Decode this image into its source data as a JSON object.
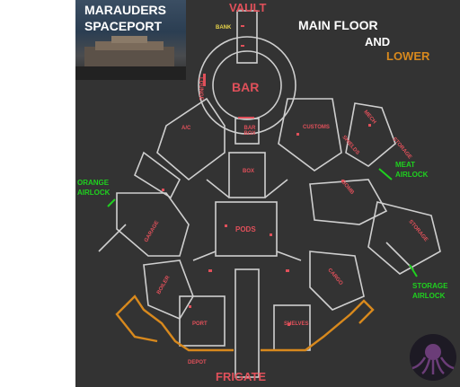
{
  "header": {
    "title_line1": "MARAUDERS",
    "title_line2": "SPACEPORT"
  },
  "legend": {
    "main": "MAIN FLOOR",
    "and": "AND",
    "lower": "LOWER"
  },
  "rooms": {
    "vault": "VAULT",
    "bank": "BANK",
    "bar": "BAR",
    "lounge": "LOUNGE",
    "ac": "A/C",
    "bar_box": "BAR BOX",
    "customs": "CUSTOMS",
    "mech": "MECH",
    "storage_top": "STORAGE",
    "shields": "SHIELDS",
    "box": "BOX",
    "pods": "PODS",
    "bomb": "BOMB",
    "storage_right": "STORAGE",
    "garage": "GARAGE",
    "boiler": "BOILER",
    "cargo": "CARGO",
    "port": "PORT",
    "shelves": "SHELVES",
    "depot": "DEPOT",
    "frigate": "FRIGATE"
  },
  "airlocks": {
    "orange_1": "ORANGE",
    "orange_2": "AIRLOCK",
    "meat_1": "MEAT",
    "meat_2": "AIRLOCK",
    "storage_1": "STORAGE",
    "storage_2": "AIRLOCK"
  },
  "colors": {
    "label_red": "#e0505a",
    "airlock_green": "#1fd11f",
    "lower_orange": "#d8891d",
    "background": "#333333"
  },
  "icons": {
    "logo": "octopus-icon"
  }
}
